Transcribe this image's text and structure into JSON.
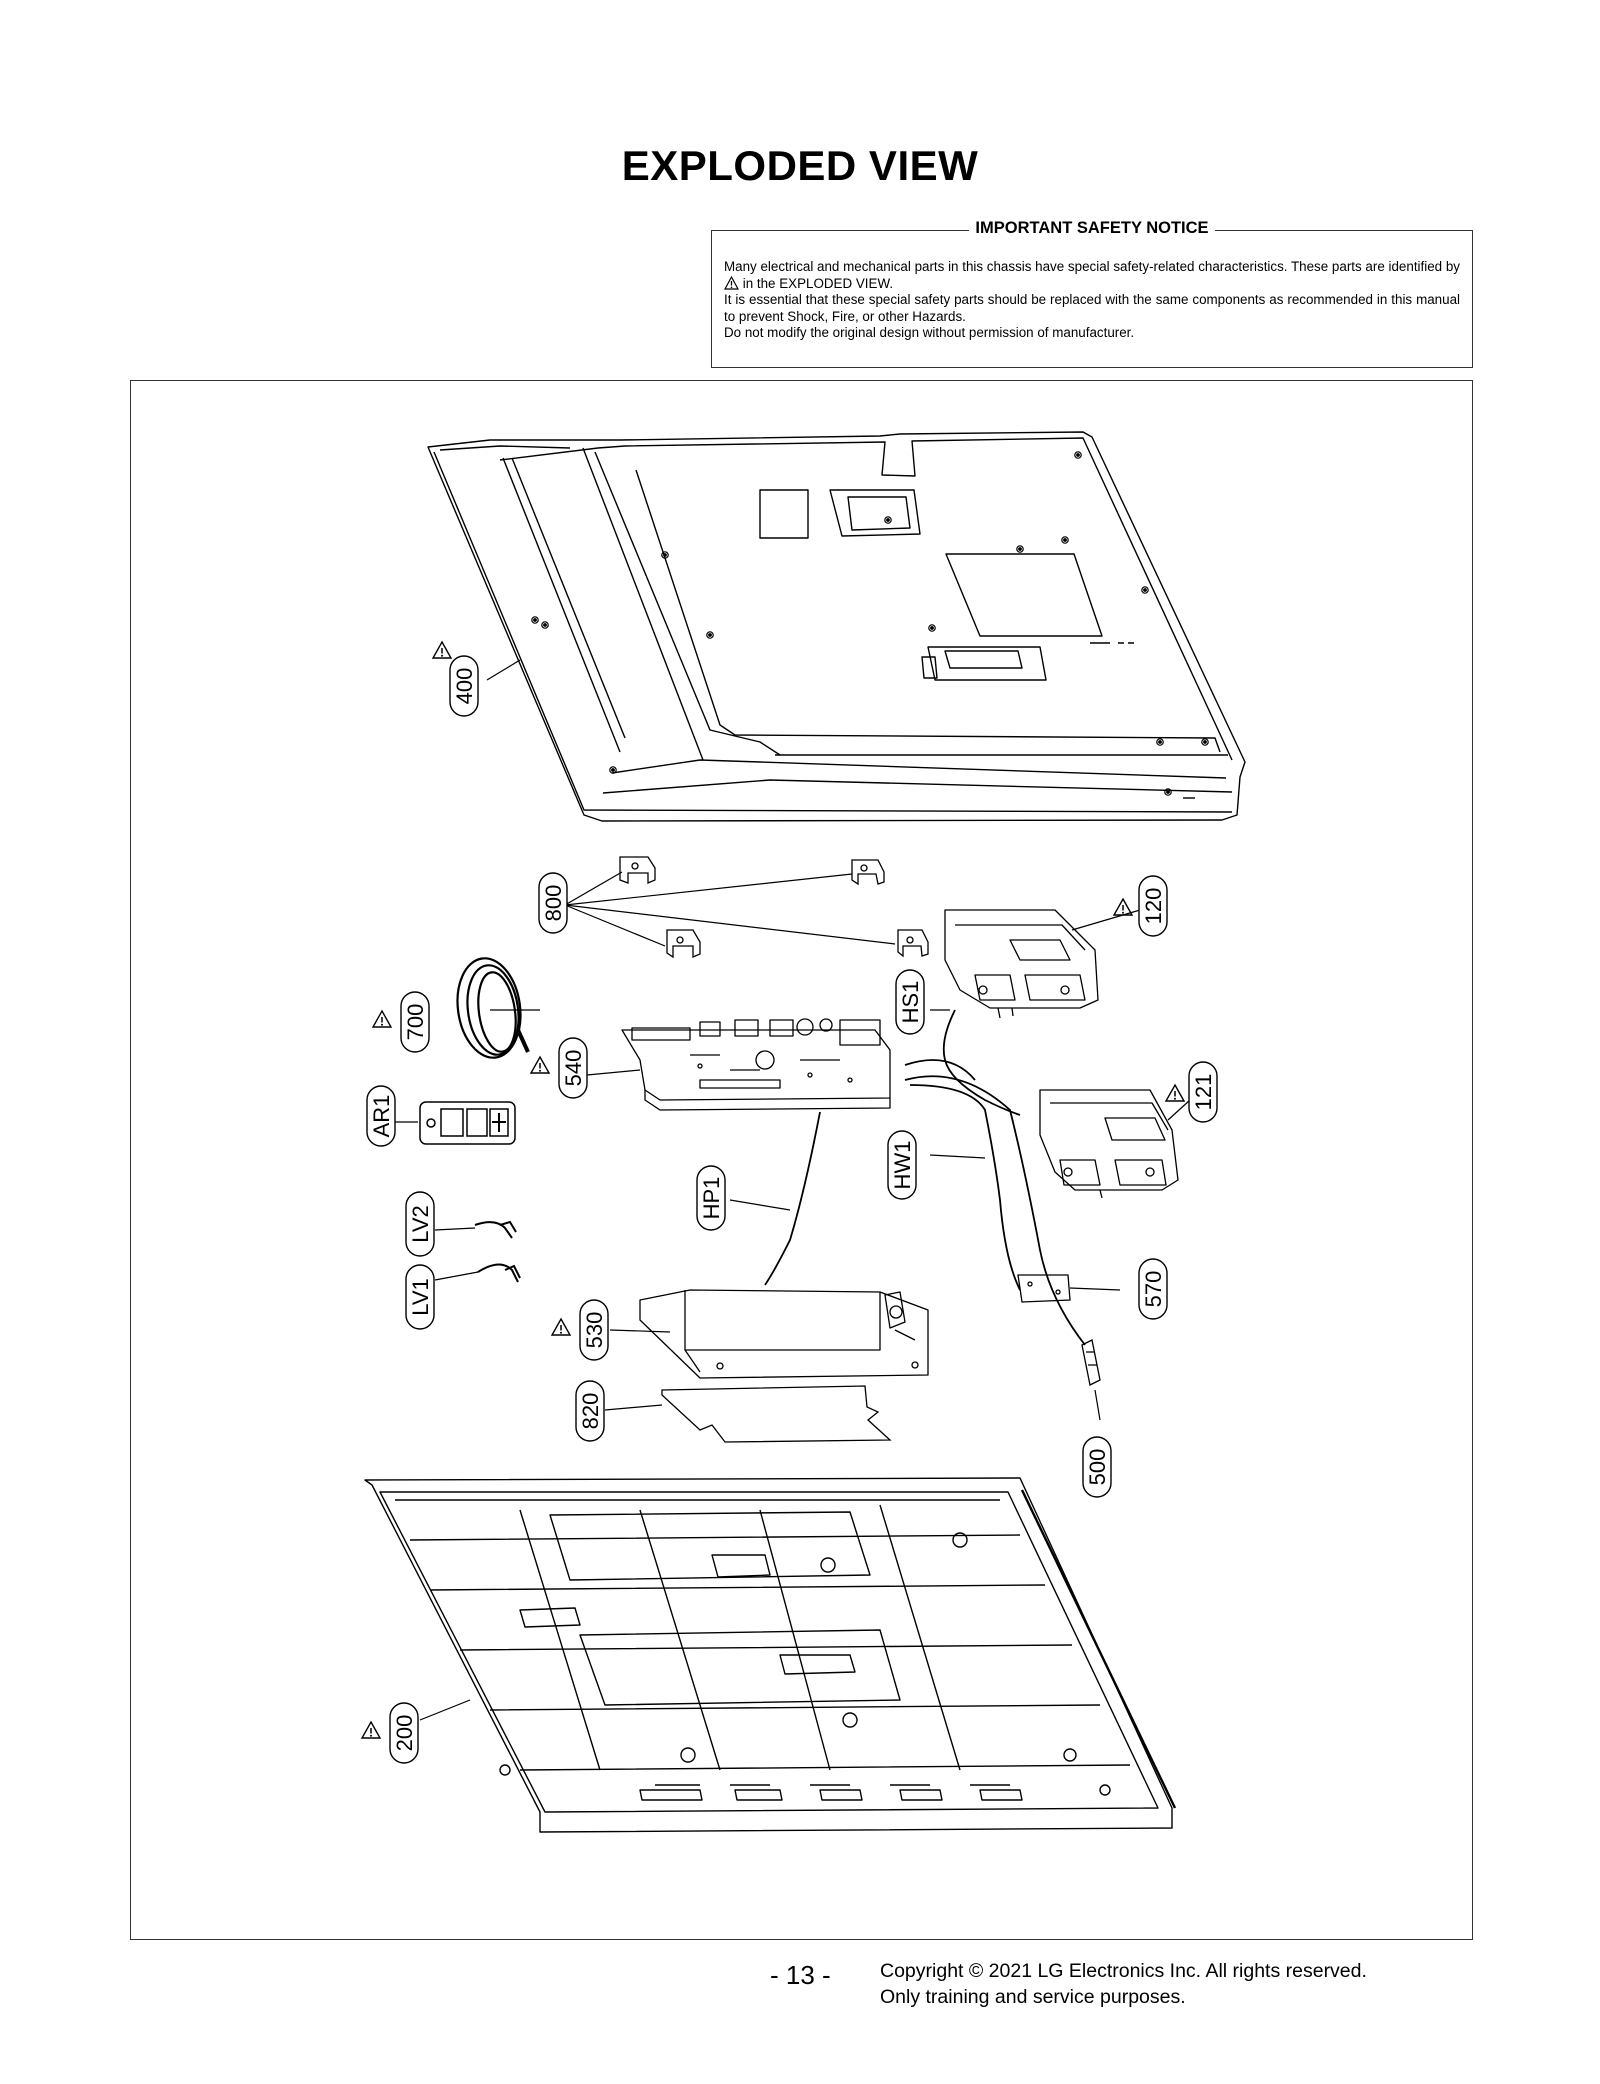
{
  "page": {
    "title": "EXPLODED VIEW",
    "page_number": "- 13 -"
  },
  "notice": {
    "heading": "IMPORTANT SAFETY NOTICE",
    "line1": "Many electrical and mechanical parts in this chassis have special safety-related characteristics. These parts are identified by",
    "line1_tail": "in the EXPLODED VIEW.",
    "line2": "It is essential that these special safety parts should be replaced with the same components as recommended in this manual to prevent Shock, Fire, or other Hazards.",
    "line3": "Do not modify the original design without permission of manufacturer."
  },
  "parts": {
    "p400": "400",
    "p800": "800",
    "p120": "120",
    "pHS1": "HS1",
    "p700": "700",
    "p540": "540",
    "p121": "121",
    "pAR1": "AR1",
    "pHW1": "HW1",
    "pHP1": "HP1",
    "pLV2": "LV2",
    "pLV1": "LV1",
    "p570": "570",
    "p530": "530",
    "p820": "820",
    "p500": "500",
    "p200": "200"
  },
  "footer": {
    "line1": "Copyright © 2021 LG Electronics Inc. All rights reserved.",
    "line2": "Only training and service purposes."
  }
}
